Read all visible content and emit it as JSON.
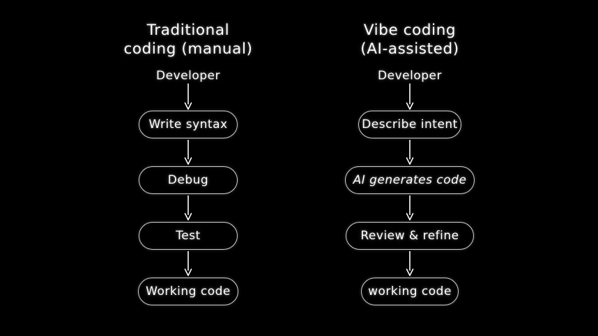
{
  "background_color": "#000000",
  "text_color": "#ffffff",
  "box_border_color": "#cfcfcf",
  "diagram": {
    "columns": [
      {
        "id": "traditional",
        "title": "Traditional\ncoding (manual)",
        "start_label": "Developer",
        "nodes": [
          {
            "label": "Write syntax",
            "style": "normal"
          },
          {
            "label": "Debug",
            "style": "normal"
          },
          {
            "label": "Test",
            "style": "normal"
          },
          {
            "label": "Working code",
            "style": "normal"
          }
        ]
      },
      {
        "id": "vibe",
        "title": "Vibe coding\n(AI-assisted)",
        "start_label": "Developer",
        "nodes": [
          {
            "label": "Describe intent",
            "style": "normal"
          },
          {
            "label": "AI generates code",
            "style": "italic"
          },
          {
            "label": "Review & refine",
            "style": "normal"
          },
          {
            "label": "working code",
            "style": "normal"
          }
        ]
      }
    ]
  }
}
